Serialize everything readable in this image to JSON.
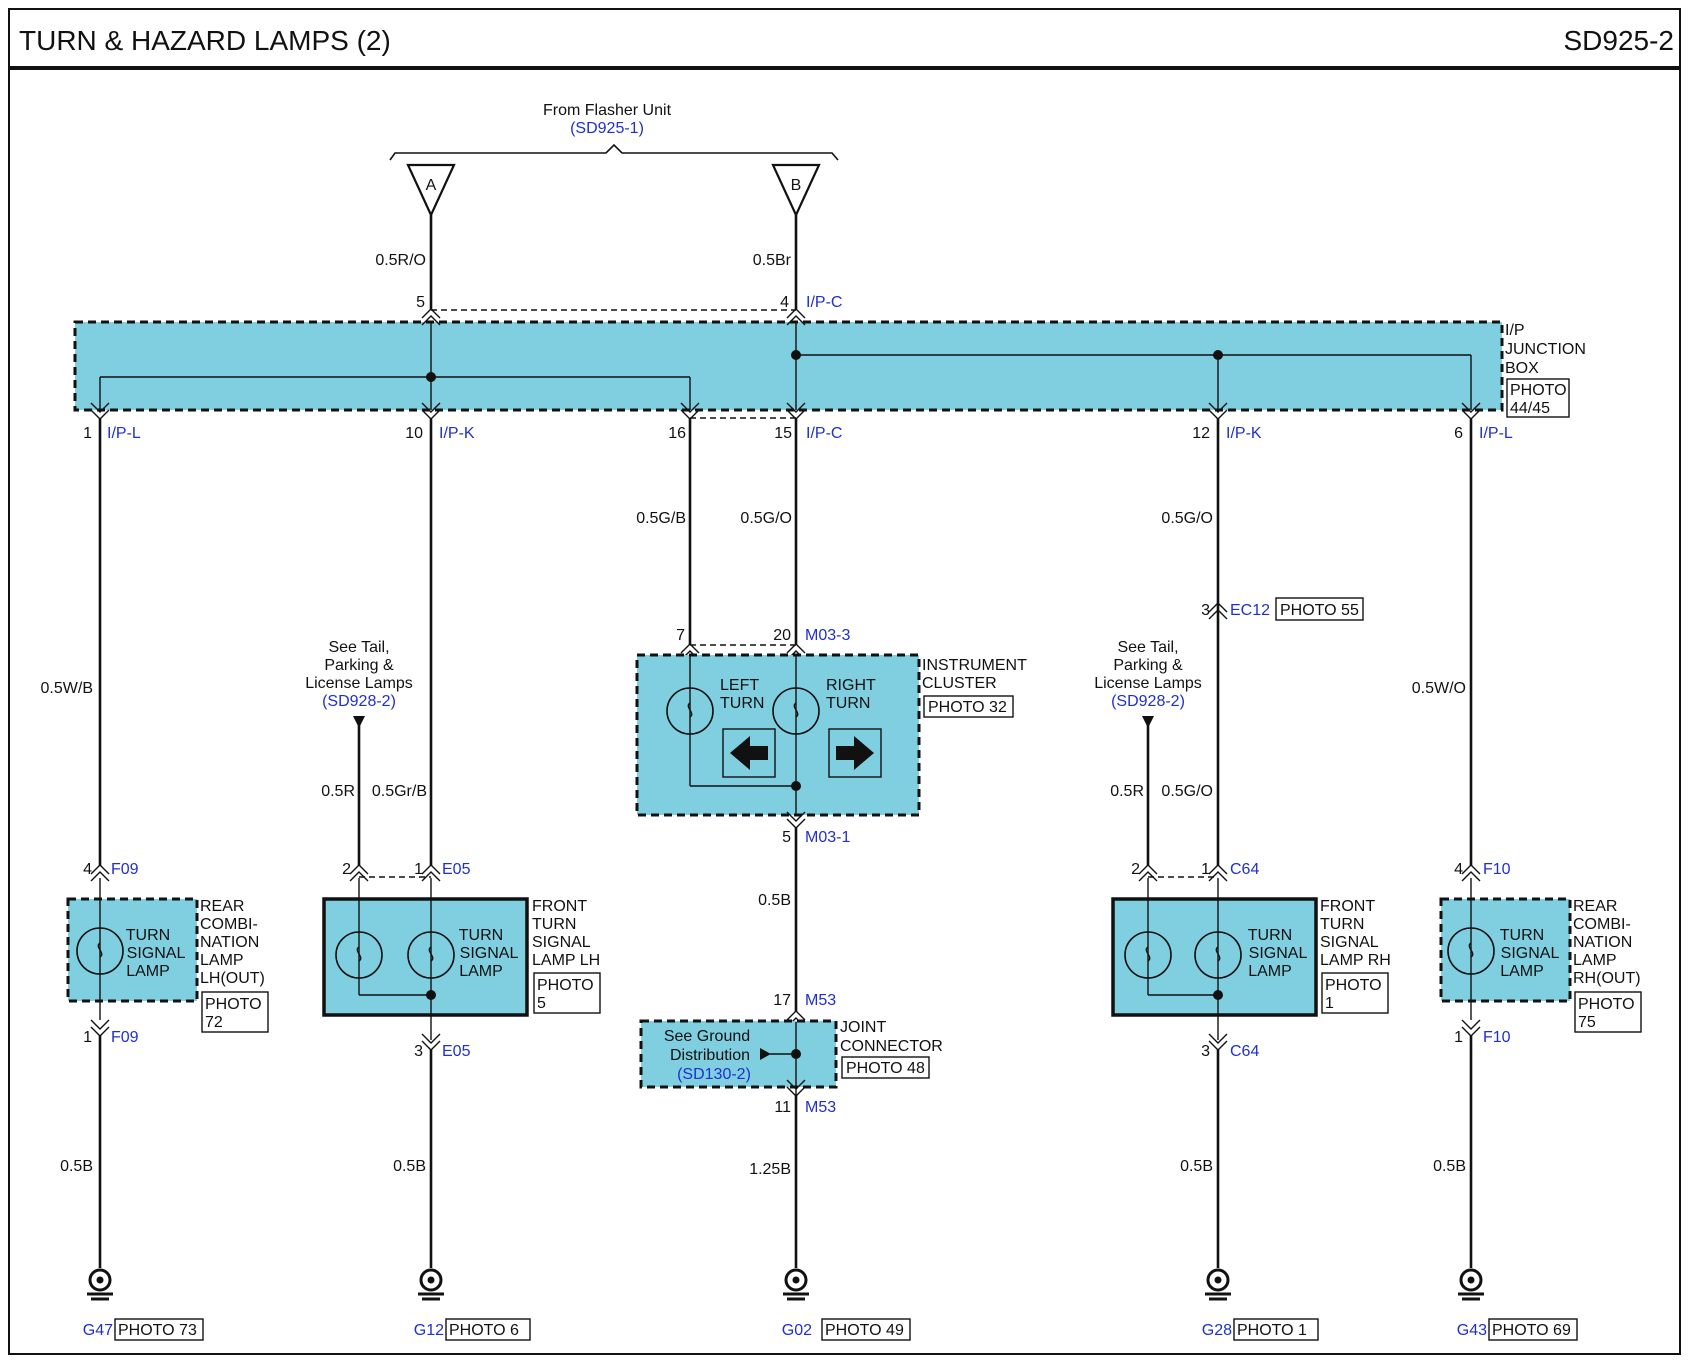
{
  "header": {
    "title": "TURN & HAZARD LAMPS (2)",
    "code": "SD925-2"
  },
  "flasher": {
    "label": "From Flasher Unit",
    "ref": "(SD925-1)",
    "a": "A",
    "b": "B"
  },
  "wires": {
    "w_ro": "0.5R/O",
    "w_br": "0.5Br",
    "w_wb": "0.5W/B",
    "w_gb": "0.5G/B",
    "w_go_mid": "0.5G/O",
    "w_go_right": "0.5G/O",
    "w_wo": "0.5W/O",
    "w_r_left": "0.5R",
    "w_grb": "0.5Gr/B",
    "w_r_right": "0.5R",
    "w_go_c64": "0.5G/O",
    "w_b_m03": "0.5B",
    "w_125b": "1.25B",
    "w_b_g47": "0.5B",
    "w_b_g12": "0.5B",
    "w_b_g28": "0.5B",
    "w_b_g43": "0.5B"
  },
  "junction_box": {
    "label1": "I/P",
    "label2": "JUNCTION",
    "label3": "BOX",
    "photo1": "PHOTO",
    "photo2": "44/45",
    "top_pin5": "5",
    "top_pin4": "4",
    "top_conn": "I/P-C",
    "p1": "1",
    "p1c": "I/P-L",
    "p10": "10",
    "p10c": "I/P-K",
    "p16": "16",
    "p15": "15",
    "p15c": "I/P-C",
    "p12": "12",
    "p12c": "I/P-K",
    "p6": "6",
    "p6c": "I/P-L"
  },
  "ec12": {
    "pin": "3",
    "conn": "EC12",
    "photo": "PHOTO 55"
  },
  "cluster": {
    "label1": "INSTRUMENT",
    "label2": "CLUSTER",
    "photo": "PHOTO 32",
    "pin7": "7",
    "pin20": "20",
    "conn_top": "M03-3",
    "left1": "LEFT",
    "left2": "TURN",
    "right1": "RIGHT",
    "right2": "TURN",
    "pin5": "5",
    "conn_bottom": "M03-1"
  },
  "tail_left": {
    "l1": "See Tail,",
    "l2": "Parking &",
    "l3": "License Lamps",
    "ref": "(SD928-2)"
  },
  "tail_right": {
    "l1": "See Tail,",
    "l2": "Parking &",
    "l3": "License Lamps",
    "ref": "(SD928-2)"
  },
  "rear_lh": {
    "pin_top": "4",
    "conn_top": "F09",
    "pin_bot": "1",
    "conn_bot": "F09",
    "lamp1": "TURN",
    "lamp2": "SIGNAL",
    "lamp3": "LAMP",
    "n1": "REAR",
    "n2": "COMBI-",
    "n3": "NATION",
    "n4": "LAMP",
    "n5": "LH(OUT)",
    "photo1": "PHOTO",
    "photo2": "72"
  },
  "front_lh": {
    "pin2": "2",
    "pin1": "1",
    "conn_top": "E05",
    "pin3": "3",
    "conn_bot": "E05",
    "lamp1": "TURN",
    "lamp2": "SIGNAL",
    "lamp3": "LAMP",
    "n1": "FRONT",
    "n2": "TURN",
    "n3": "SIGNAL",
    "n4": "LAMP LH",
    "photo1": "PHOTO",
    "photo2": "5"
  },
  "front_rh": {
    "pin2": "2",
    "pin1": "1",
    "conn_top": "C64",
    "pin3": "3",
    "conn_bot": "C64",
    "lamp1": "TURN",
    "lamp2": "SIGNAL",
    "lamp3": "LAMP",
    "n1": "FRONT",
    "n2": "TURN",
    "n3": "SIGNAL",
    "n4": "LAMP RH",
    "photo1": "PHOTO",
    "photo2": "1"
  },
  "rear_rh": {
    "pin_top": "4",
    "conn_top": "F10",
    "pin_bot": "1",
    "conn_bot": "F10",
    "lamp1": "TURN",
    "lamp2": "SIGNAL",
    "lamp3": "LAMP",
    "n1": "REAR",
    "n2": "COMBI-",
    "n3": "NATION",
    "n4": "LAMP",
    "n5": "RH(OUT)",
    "photo1": "PHOTO",
    "photo2": "75"
  },
  "joint": {
    "pin17": "17",
    "conn_top": "M53",
    "pin11": "11",
    "conn_bot": "M53",
    "n1": "JOINT",
    "n2": "CONNECTOR",
    "photo": "PHOTO 48",
    "g1": "See Ground",
    "g2": "Distribution",
    "gref": "(SD130-2)"
  },
  "grounds": [
    {
      "id": "G47",
      "photo": "PHOTO 73"
    },
    {
      "id": "G12",
      "photo": "PHOTO 6"
    },
    {
      "id": "G02",
      "photo": "PHOTO 49"
    },
    {
      "id": "G28",
      "photo": "PHOTO 1"
    },
    {
      "id": "G43",
      "photo": "PHOTO 69"
    }
  ],
  "colors": {
    "fill": "#80cfe0",
    "link": "#1f2fd0",
    "ink": "#111111"
  }
}
